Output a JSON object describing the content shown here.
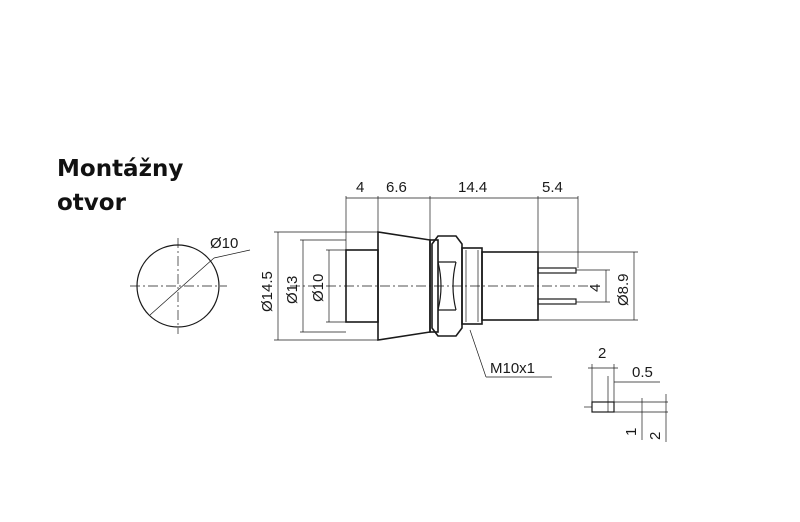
{
  "title": {
    "line1": "Montážny",
    "line2": "otvor"
  },
  "hole": {
    "diameter_label": "Ø10"
  },
  "dimensions": {
    "top": [
      "4",
      "6.6",
      "14.4",
      "5.4"
    ],
    "left": [
      "Ø14.5",
      "Ø13",
      "Ø10"
    ],
    "right_pins": "4",
    "right_dia": "Ø8.9",
    "thread": "M10x1"
  },
  "pin_detail": {
    "width": "2",
    "slot": "0.5",
    "h1": "1",
    "h2": "2"
  }
}
